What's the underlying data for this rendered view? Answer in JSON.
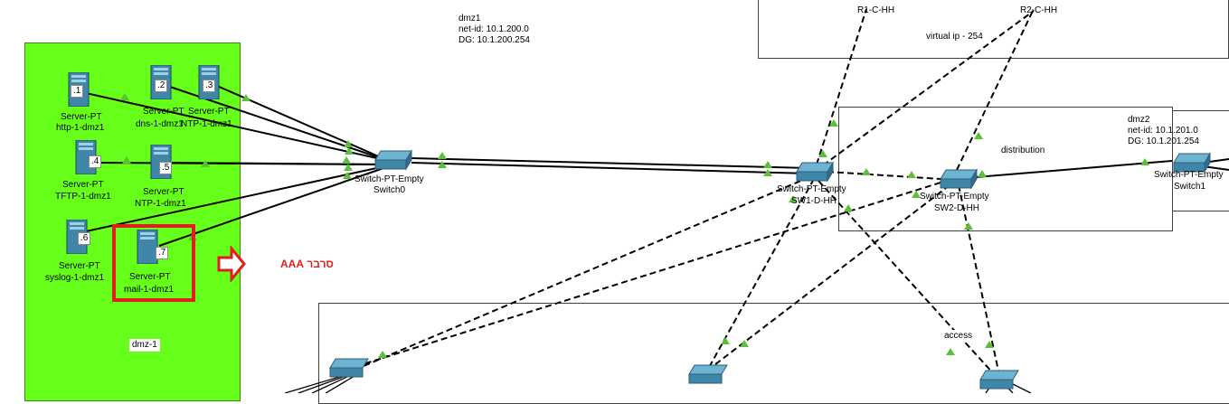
{
  "zones": {
    "dmz1_label": "dmz-1",
    "dmz1_info": "dmz1\nnet-id: 10.1.200.0\nDG: 10.1.200.254",
    "dmz2_info": "dmz2\nnet-id: 10.1.201.0\nDG: 10.1.201.254",
    "virtual_ip": "virtual ip - 254",
    "distribution": "distribution",
    "access": "access"
  },
  "callout": {
    "text": "סרבר AAA",
    "color": "#e01e1e"
  },
  "servers": [
    {
      "tag": ".1",
      "type": "Server-PT",
      "name": "http-1-dmz1"
    },
    {
      "tag": ".2",
      "type": "Server-PT",
      "name": "dns-1-dmz1"
    },
    {
      "tag": ".3",
      "type": "Server-PT",
      "name": "NTP-1-dmz1"
    },
    {
      "tag": ".4",
      "type": "Server-PT",
      "name": "TFTP-1-dmz1"
    },
    {
      "tag": ".5",
      "type": "Server-PT",
      "name": "NTP-1-dmz1"
    },
    {
      "tag": ".6",
      "type": "Server-PT",
      "name": "syslog-1-dmz1"
    },
    {
      "tag": ".7",
      "type": "Server-PT",
      "name": "mail-1-dmz1"
    }
  ],
  "switches": [
    {
      "type": "Switch-PT-Empty",
      "name": "Switch0"
    },
    {
      "type": "Switch-PT-Empty",
      "name": "SW1-D-HH"
    },
    {
      "type": "Switch-PT-Empty",
      "name": "SW2-D-HH"
    },
    {
      "type": "Switch-PT-Empty",
      "name": "Switch1"
    }
  ],
  "routers": [
    {
      "name": "R1-C-HH"
    },
    {
      "name": "R2-C-HH"
    }
  ],
  "colors": {
    "dmz_fill": "#66ff1a",
    "link": "#000000",
    "port_up": "#5cbf3a",
    "device": "#3f86a8"
  }
}
